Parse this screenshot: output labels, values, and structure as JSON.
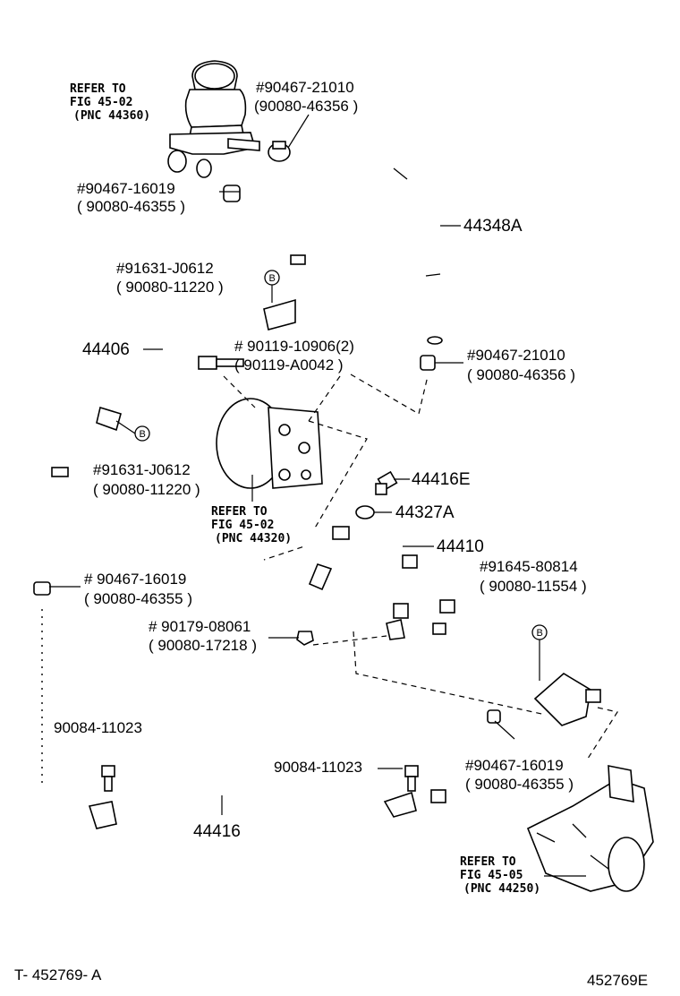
{
  "labels": {
    "reservoir_ref_1": "REFER TO",
    "reservoir_ref_2": "FIG 45-02",
    "reservoir_ref_3": "(PNC 44360)",
    "clamp_top_pn": "#90467-21010",
    "clamp_top_alt": "(90080-46356 )",
    "clamp_left_pn": "#90467-16019",
    "clamp_left_alt": "( 90080-46355 )",
    "hose_44348a": "44348A",
    "bracket_b1_pn": "#91631-J0612",
    "bracket_b1_alt": "( 90080-11220 )",
    "pipe_44406": "44406",
    "bolt_pn": "# 90119-10906(2)",
    "bolt_alt": "( 90119-A0042 )",
    "clamp_right_pn": "#90467-21010",
    "clamp_right_alt": "( 90080-46356 )",
    "bracket_b2_pn": "#91631-J0612",
    "bracket_b2_alt": "( 90080-11220 )",
    "pump_ref_1": "REFER TO",
    "pump_ref_2": "FIG 45-02",
    "pump_ref_3": "(PNC 44320)",
    "union_bolt": "44416E",
    "gasket": "44327A",
    "pressure_tube": "44410",
    "bolt_b3_pn": "#91645-80814",
    "bolt_b3_alt": "( 90080-11554 )",
    "clamp_mid_pn": "# 90467-16019",
    "clamp_mid_alt": "( 90080-46355 )",
    "nut_pn": "# 90179-08061",
    "nut_alt": "( 90080-17218 )",
    "bolt_left": "90084-11023",
    "bolt_right": "90084-11023",
    "clamp_bottom_pn": "#90467-16019",
    "clamp_bottom_alt": "( 90080-46355 )",
    "return_tube": "44416",
    "gear_ref_1": "REFER TO",
    "gear_ref_2": "FIG 45-05",
    "gear_ref_3": "(PNC 44250)",
    "b_marker": "B"
  },
  "footer": {
    "left": "T- 452769- A",
    "right": "452769E"
  }
}
